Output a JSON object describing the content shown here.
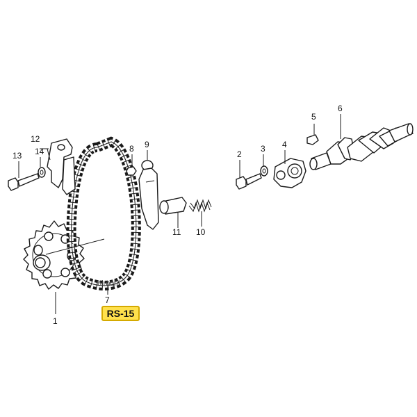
{
  "part_numbers": {
    "p1": "1",
    "p2": "2",
    "p3": "3",
    "p4": "4",
    "p5": "5",
    "p6": "6",
    "p7": "7",
    "p8": "8",
    "p9": "9",
    "p10": "10",
    "p11": "11",
    "p12": "12",
    "p13": "13",
    "p14": "14"
  },
  "badge": {
    "label": "RS-15",
    "color": "#ffe14d"
  },
  "watermark": "hirochi"
}
